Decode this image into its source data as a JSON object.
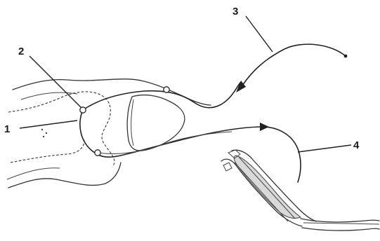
{
  "diagram": {
    "labels": {
      "one": "1",
      "two": "2",
      "three": "3",
      "four": "4"
    },
    "colors": {
      "line": "#222222",
      "muscle_fill": "#d9d9d9",
      "background": "#ffffff"
    }
  }
}
